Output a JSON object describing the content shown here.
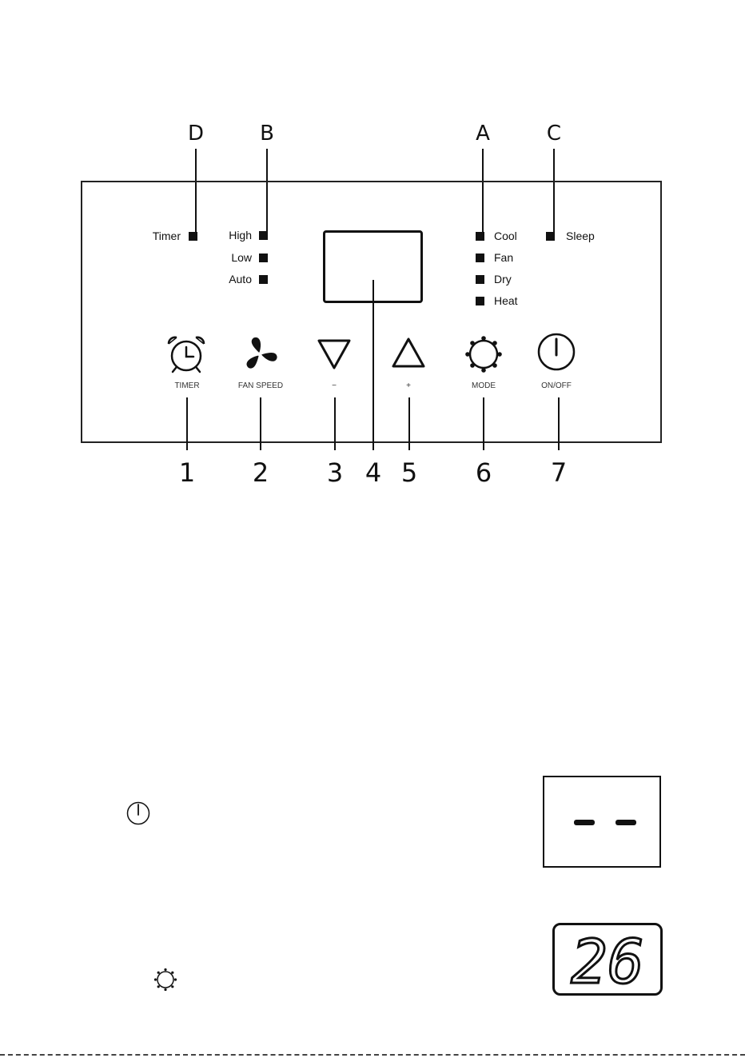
{
  "callouts": {
    "top": [
      "D",
      "B",
      "A",
      "C"
    ],
    "bottom": [
      "1",
      "2",
      "3",
      "4",
      "5",
      "6",
      "7"
    ]
  },
  "indicators": {
    "timer": "Timer",
    "high": "High",
    "low": "Low",
    "auto": "Auto",
    "cool": "Cool",
    "fan": "Fan",
    "dry": "Dry",
    "heat": "Heat",
    "sleep": "Sleep"
  },
  "buttons": {
    "timer": "TIMER",
    "fan_speed": "FAN SPEED",
    "minus": "−",
    "plus": "+",
    "mode": "MODE",
    "onoff": "ON/OFF"
  },
  "icons": {
    "timer": "alarm-clock-icon",
    "fan_speed": "fan-icon",
    "minus": "triangle-down-icon",
    "plus": "triangle-up-icon",
    "mode": "sun-icon",
    "onoff": "power-icon"
  },
  "lcd_display": "26"
}
